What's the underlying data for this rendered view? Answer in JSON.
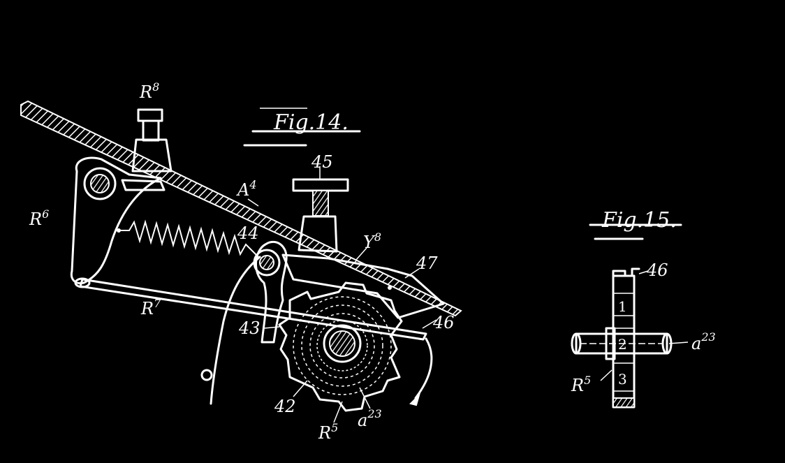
{
  "figure_14": {
    "title": "Fig.14.",
    "labels": {
      "r8": "R",
      "r8_sup": "8",
      "r6": "R",
      "r6_sup": "6",
      "r7": "R",
      "r7_sup": "7",
      "a4": "A",
      "a4_sup": "4",
      "n45": "45",
      "n44": "44",
      "y8": "Y",
      "y8_sup": "8",
      "n47": "47",
      "n46": "46",
      "n43": "43",
      "n42": "42",
      "r5": "R",
      "r5_sup": "5",
      "a23": "a",
      "a23_sup": "23"
    }
  },
  "figure_15": {
    "title": "Fig.15.",
    "labels": {
      "n46": "46",
      "a23": "a",
      "a23_sup": "23",
      "r5": "R",
      "r5_sup": "5"
    },
    "wheel_digits": [
      "1",
      "2",
      "3"
    ]
  }
}
